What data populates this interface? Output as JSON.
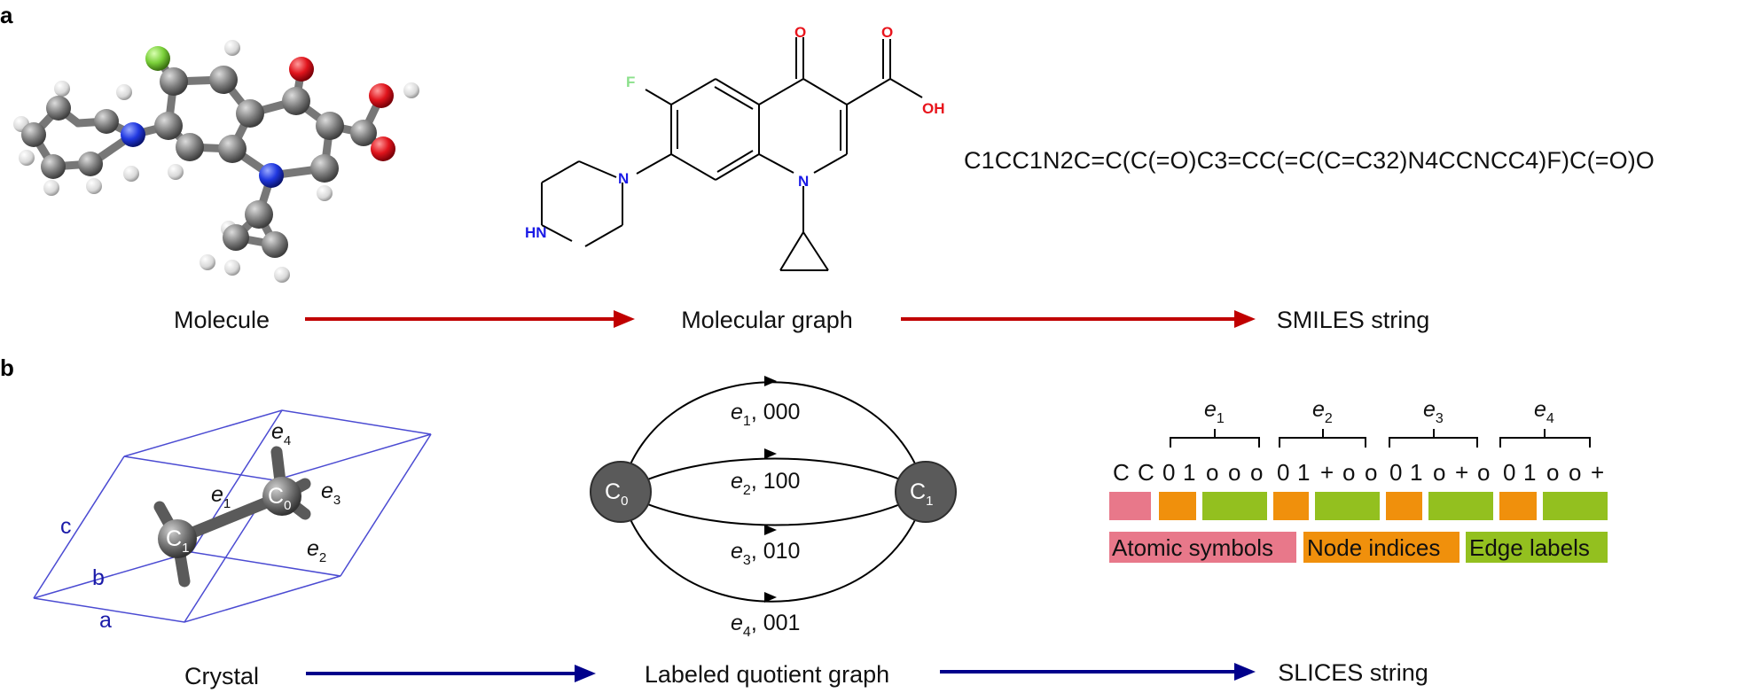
{
  "panel_a": {
    "label": "a",
    "flow": [
      "Molecule",
      "Molecular graph",
      "SMILES string"
    ],
    "smiles": "C1CC1N2C=C(C(=O)C3=CC(=C(C=C32)N4CCNCC4)F)C(=O)O",
    "graph_atoms": {
      "O_top": "O",
      "O_acid": "O",
      "OH": "OH",
      "F": "F",
      "N1": "N",
      "N7": "N",
      "NH": "HN"
    },
    "colors": {
      "arrow": "#c00000",
      "oxygen": "#e8141c",
      "fluorine": "#8be08b",
      "nitrogen": "#1a1ae6"
    }
  },
  "panel_b": {
    "label": "b",
    "flow": [
      "Crystal",
      "Labeled quotient graph",
      "SLICES string"
    ],
    "crystal": {
      "axes": [
        "a",
        "b",
        "c"
      ],
      "atoms": [
        "C",
        "C"
      ],
      "atom_subs": [
        "1",
        "0"
      ],
      "edges": [
        "e",
        "e",
        "e",
        "e"
      ],
      "edge_subs": [
        "1",
        "2",
        "3",
        "4"
      ]
    },
    "quotient_graph": {
      "nodes": [
        "C",
        "C"
      ],
      "node_subs": [
        "0",
        "1"
      ],
      "edges": [
        {
          "name": "e",
          "sub": "1",
          "label": ", 000"
        },
        {
          "name": "e",
          "sub": "2",
          "label": ", 100"
        },
        {
          "name": "e",
          "sub": "3",
          "label": ", 010"
        },
        {
          "name": "e",
          "sub": "4",
          "label": ", 001"
        }
      ]
    },
    "slices": {
      "group_heads": [
        {
          "name": "e",
          "sub": "1"
        },
        {
          "name": "e",
          "sub": "2"
        },
        {
          "name": "e",
          "sub": "3"
        },
        {
          "name": "e",
          "sub": "4"
        }
      ],
      "tokens": [
        "C",
        "C",
        "0",
        "1",
        "o",
        "o",
        "o",
        "0",
        "1",
        "+",
        "o",
        "o",
        "0",
        "1",
        "o",
        "+",
        "o",
        "0",
        "1",
        "o",
        "o",
        "+"
      ],
      "legend": [
        "Atomic symbols",
        "Node indices",
        "Edge labels"
      ]
    },
    "colors": {
      "arrow": "#00008b",
      "cell": "#4b4bd2",
      "node": "#5a5a5a",
      "atomic": "#e8788a",
      "node_idx": "#f0900c",
      "edge_lbl": "#93c01f"
    }
  }
}
